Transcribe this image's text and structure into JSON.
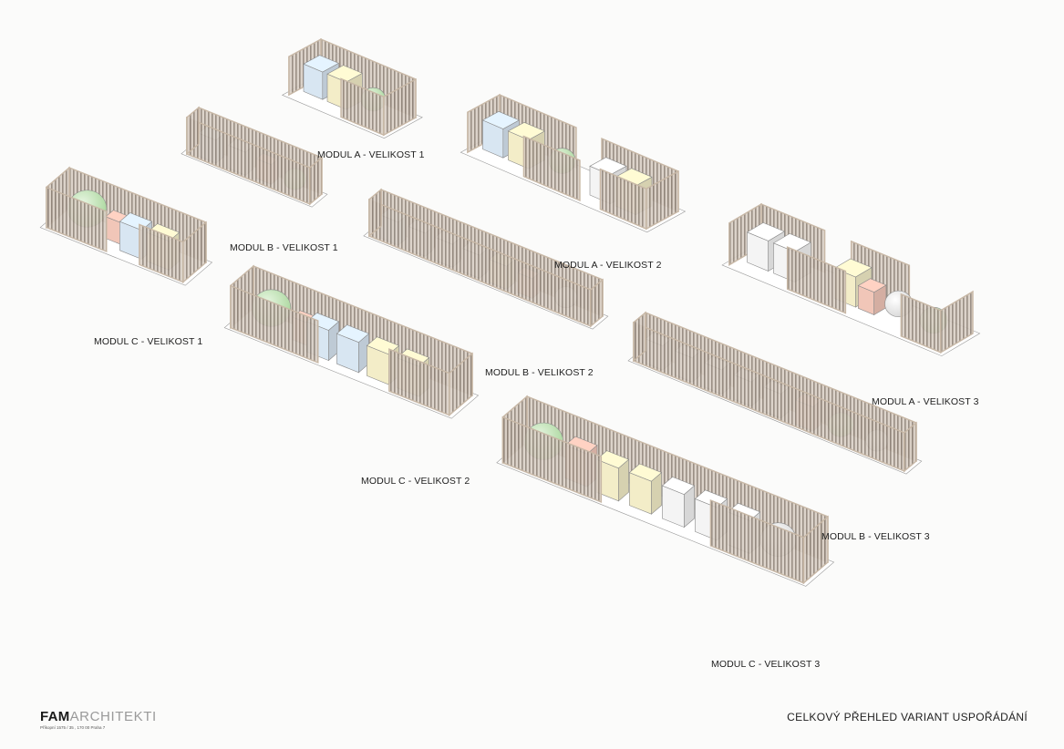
{
  "modules": [
    {
      "id": "a1",
      "label": "MODUL A - VELIKOST 1"
    },
    {
      "id": "a2",
      "label": "MODUL A - VELIKOST 2"
    },
    {
      "id": "a3",
      "label": "MODUL A - VELIKOST 3"
    },
    {
      "id": "b1",
      "label": "MODUL B - VELIKOST 1"
    },
    {
      "id": "b2",
      "label": "MODUL B - VELIKOST 2"
    },
    {
      "id": "b3",
      "label": "MODUL B - VELIKOST 3"
    },
    {
      "id": "c1",
      "label": "MODUL C - VELIKOST 1"
    },
    {
      "id": "c2",
      "label": "MODUL C - VELIKOST 2"
    },
    {
      "id": "c3",
      "label": "MODUL C - VELIKOST 3"
    }
  ],
  "footer": {
    "logo_bold": "FAM",
    "logo_light": "ARCHITEKTI",
    "logo_address": "Příkopní 1575 / 35 , 170 00 Praha 7",
    "sheet_title": "CELKOVÝ PŘEHLED VARIANT USPOŘÁDÁNÍ"
  },
  "colors": {
    "slat": "#9c8f84",
    "slat_frame": "#c8b8a6",
    "floor": "#ffffff",
    "cube_blue": "#d8e6f2",
    "cube_yellow": "#f3edc8",
    "cube_pink": "#f1c6b8",
    "cube_white": "#f4f4f4",
    "sphere_green": "#c6e6bd",
    "sphere_white": "#f4f4f4"
  }
}
